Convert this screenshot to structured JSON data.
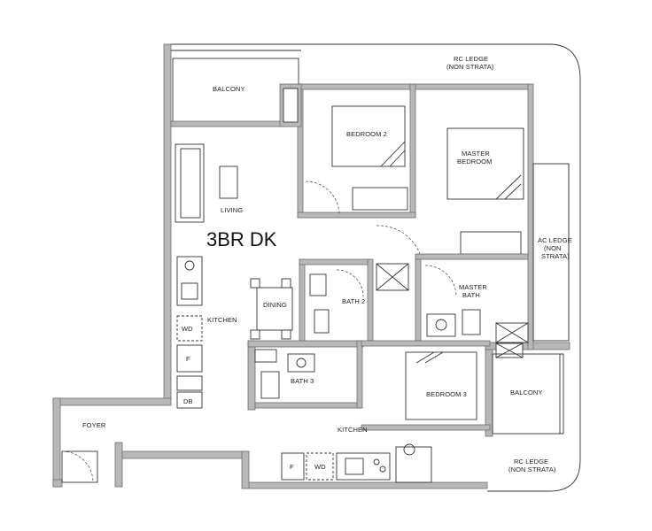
{
  "plan": {
    "title": "3BR DK",
    "rooms": {
      "balcony_top": "BALCONY",
      "rc_ledge_top": [
        "RC LEDGE",
        "(NON STRATA)"
      ],
      "bedroom2": "BEDROOM 2",
      "master_bedroom": [
        "MASTER",
        "BEDROOM"
      ],
      "living": "LIVING",
      "ac_ledge": [
        "AC LEDGE",
        "(NON",
        "STRATA)"
      ],
      "dining": "DINING",
      "bath2": "BATH 2",
      "master_bath": [
        "MASTER",
        "BATH"
      ],
      "kitchen_left": "KITCHEN",
      "bath3": "BATH 3",
      "bedroom3": "BEDROOM 3",
      "balcony_right": "BALCONY",
      "foyer": "FOYER",
      "kitchen_bottom": "KITCHEN",
      "rc_ledge_bottom": [
        "RC LEDGE",
        "(NON STRATA)"
      ]
    },
    "fixtures": {
      "wd_left": "WD",
      "f_left": "F",
      "db": "DB",
      "f_bottom": "F",
      "wd_bottom": "WD"
    }
  }
}
